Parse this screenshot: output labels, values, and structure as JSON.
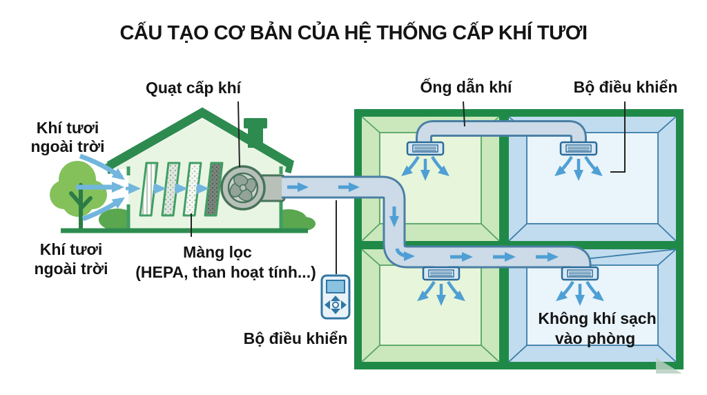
{
  "title": "CẤU TẠO CƠ BẢN CỦA HỆ THỐNG CẤP KHÍ TƯƠI",
  "labels": {
    "fan_label": "Quạt cấp khí",
    "fresh_air_top": {
      "line1": "Khí tươi",
      "line2": "ngoài trời"
    },
    "fresh_air_bottom": {
      "line1": "Khí tươi",
      "line2": "ngoài trời"
    },
    "filter": {
      "line1": "Màng lọc",
      "line2": "(HEPA, than hoạt tính...)"
    },
    "duct_label": "Ống dẫn khí",
    "controller_top": "Bộ điều khiển",
    "controller_bottom": "Bộ điều khiển",
    "clean_air": {
      "line1": "Không khí sạch",
      "line2": "vào phòng"
    }
  },
  "icons": {
    "fan": "centrifugal-fan-icon",
    "filters": "filter-stack-icon",
    "tree": "tree-icon",
    "controller": "remote-controller-icon",
    "diffuser": "ceiling-diffuser-icon"
  },
  "colors": {
    "text": "#141414",
    "roof_green": "#2e8b50",
    "building_border_green": "#1f8a48",
    "house_fill": "#e9f5e3",
    "room_green_wall": "#cbe7bc",
    "room_green_back": "#e7f5da",
    "room_green_line": "#56a465",
    "room_blue_wall": "#c0dcee",
    "room_blue_back": "#e9f4fb",
    "room_blue_line": "#3a7ca8",
    "duct_fill": "#ccdbe7",
    "duct_outline": "#4a7fa5",
    "arrow_blue": "#4f9fd4",
    "arrow_light_blue": "#72b6dd",
    "tree_green": "#84c15b",
    "bush_green": "#5aa750",
    "trunk_green": "#2c7c45",
    "fan_gray": "#b7c0b9",
    "controller_blue": "#2f76a3"
  }
}
